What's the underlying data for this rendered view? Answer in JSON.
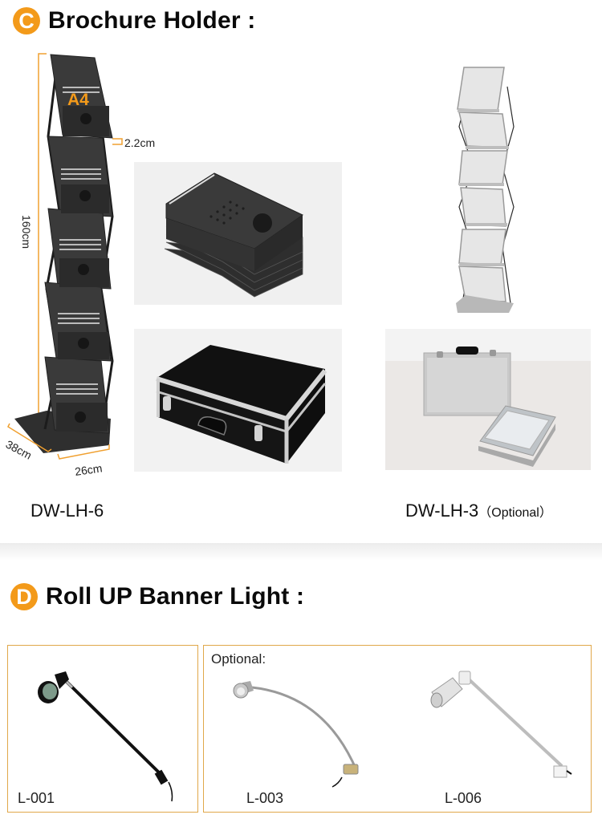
{
  "section_c": {
    "badge_letter": "C",
    "title": "Brochure Holder :",
    "dimensions": {
      "paper_size": "A4",
      "height": "160cm",
      "pocket_depth": "2.2cm",
      "base_depth": "38cm",
      "base_width": "26cm"
    },
    "products": [
      {
        "model": "DW-LH-6",
        "note": ""
      },
      {
        "model": "DW-LH-3",
        "note": "（Optional）"
      }
    ],
    "photos": [
      "black-brochure-holder-stand",
      "black-folded-brochure-holder-stack",
      "black-aluminum-carry-case",
      "silver-acrylic-brochure-holder-stand",
      "silver-aluminum-case-with-folded-frames"
    ]
  },
  "section_d": {
    "badge_letter": "D",
    "title": "Roll UP Banner Light :",
    "optional_label": "Optional:",
    "lights": [
      {
        "model": "L-001",
        "style": "black-arm-spotlight"
      },
      {
        "model": "L-003",
        "style": "curved-gooseneck-chrome-spotlight"
      },
      {
        "model": "L-006",
        "style": "white-arm-spotlight"
      }
    ]
  },
  "colors": {
    "accent_orange": "#f39a1a",
    "box_border": "#e0a84a",
    "dimension_line": "#f0a030"
  }
}
